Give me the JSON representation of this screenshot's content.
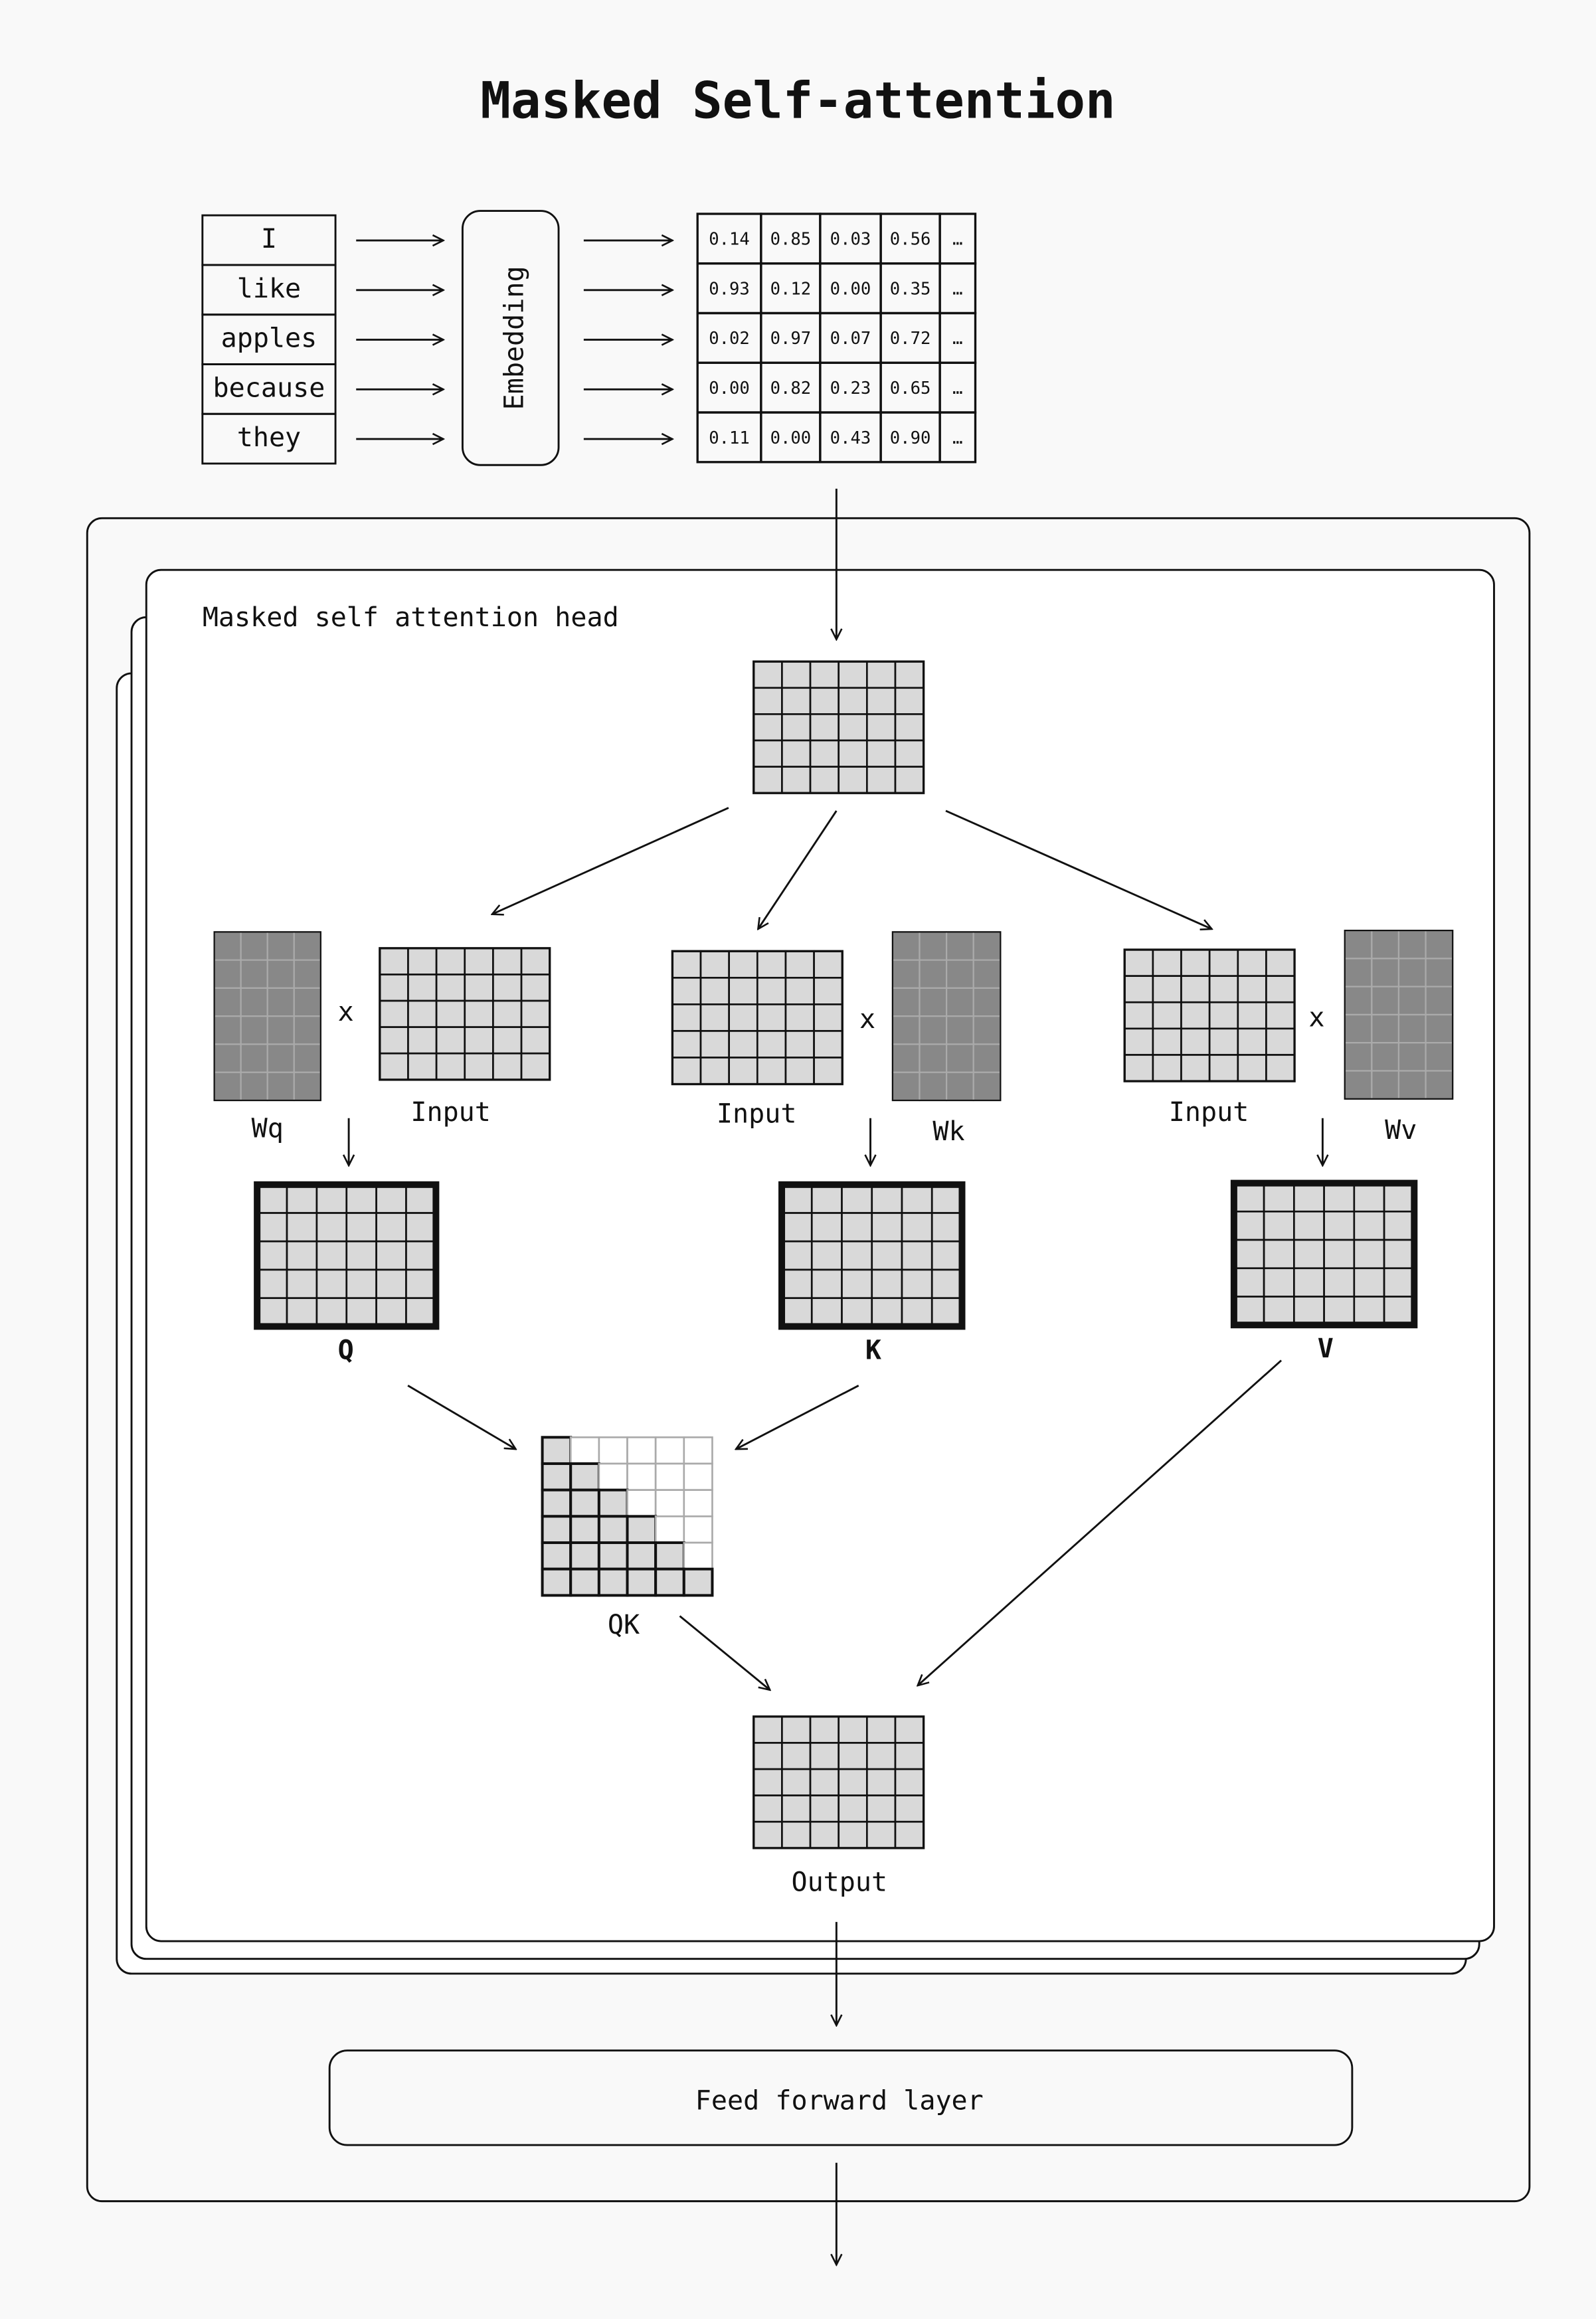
{
  "title": "Masked Self-attention",
  "tokens": [
    "I",
    "like",
    "apples",
    "because",
    "they"
  ],
  "embedding_label": "Embedding",
  "embedding_values": [
    [
      "0.14",
      "0.85",
      "0.03",
      "0.56",
      "…"
    ],
    [
      "0.93",
      "0.12",
      "0.00",
      "0.35",
      "…"
    ],
    [
      "0.02",
      "0.97",
      "0.07",
      "0.72",
      "…"
    ],
    [
      "0.00",
      "0.82",
      "0.23",
      "0.65",
      "…"
    ],
    [
      "0.11",
      "0.00",
      "0.43",
      "0.90",
      "…"
    ]
  ],
  "head_label": "Masked self attention head",
  "multiply_symbol": "x",
  "input_label": "Input",
  "weights": {
    "q": "Wq",
    "k": "Wk",
    "v": "Wv"
  },
  "outputs": {
    "q": "Q",
    "k": "K",
    "v": "V"
  },
  "qk_label": "QK",
  "output_label": "Output",
  "feed_forward_label": "Feed forward layer",
  "colors": {
    "background": "#f9f9f9",
    "cell": "#d9d9d9",
    "weight": "#888888",
    "weight_line": "#aaaaaa",
    "stroke": "#111111"
  }
}
